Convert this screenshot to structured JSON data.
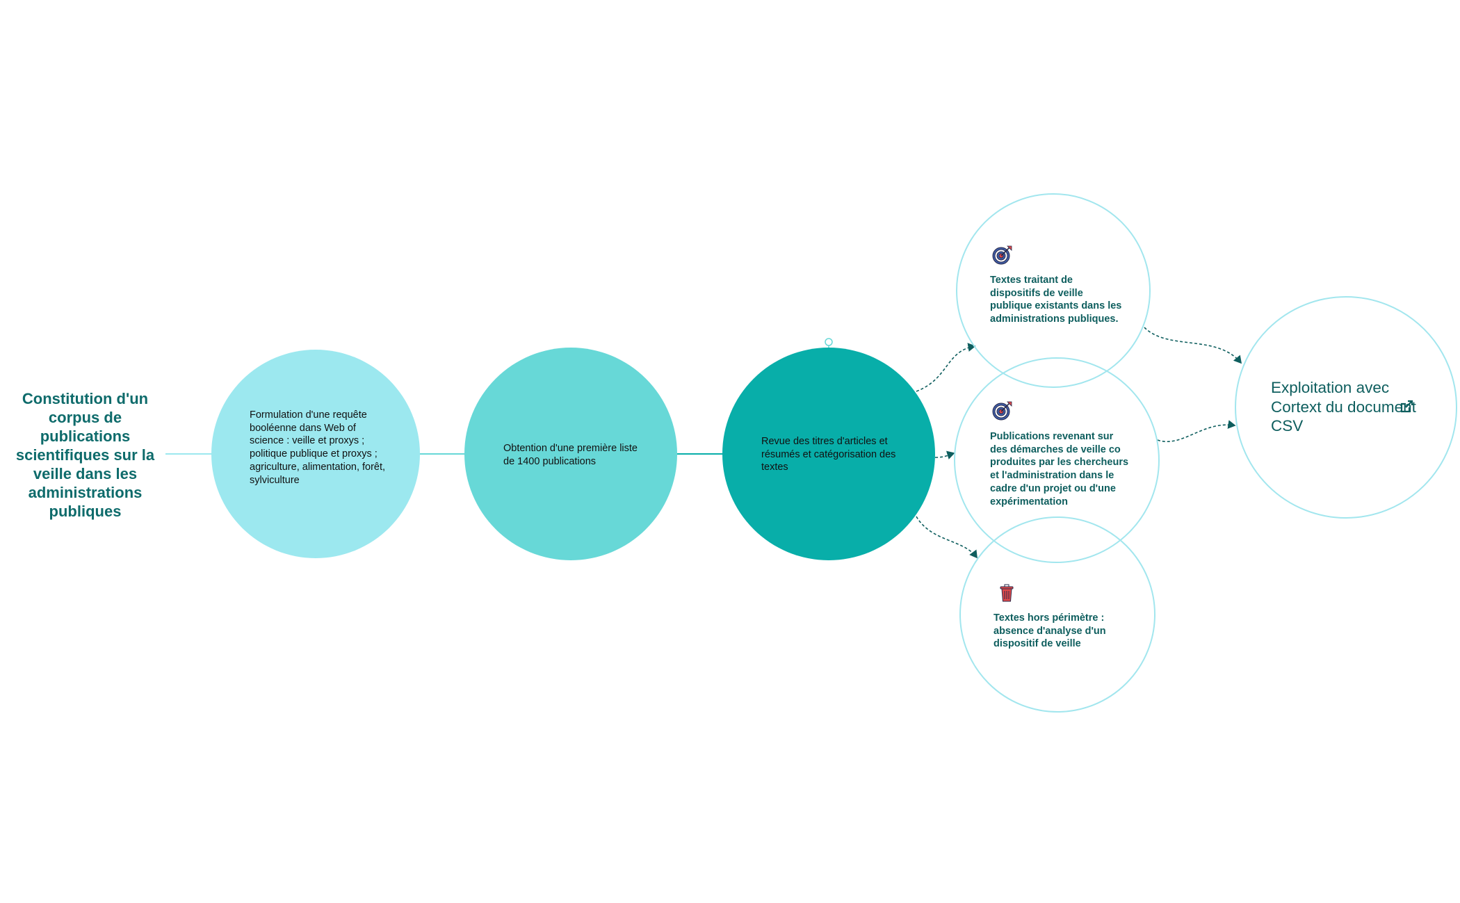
{
  "root": {
    "title": "Constitution d'un corpus de publications scientifiques sur la veille dans les administrations publiques"
  },
  "steps": [
    {
      "label": "Formulation d'une requête booléenne dans Web of science : veille et proxys ; politique publique et proxys ; agriculture, alimentation, forêt, sylviculture",
      "color": "#9ce8ef"
    },
    {
      "label": "Obtention d'une première liste de 1400 publications",
      "color": "#67d8d7"
    },
    {
      "label": "Revue des titres d'articles et résumés et catégorisation des textes",
      "color": "#08aea9"
    }
  ],
  "categories": [
    {
      "label": "Textes traitant de dispositifs de veille publique existants dans les administrations publiques.",
      "icon": "target-icon"
    },
    {
      "label": "Publications revenant sur des démarches de veille co produites par les chercheurs et l'administration dans le cadre d'un projet ou d'une expérimentation",
      "icon": "target-icon"
    },
    {
      "label": "Textes hors périmètre : absence d'analyse  d'un dispositif de veille",
      "icon": "trash-icon"
    }
  ],
  "output": {
    "label": "Exploitation avec Cortext du document CSV",
    "icon": "external-link-icon"
  },
  "colors": {
    "title": "#0e6b6b",
    "text_dark": "#0e5e5e",
    "ring": "#a2e6ee",
    "connector": "#9ce8ef"
  }
}
